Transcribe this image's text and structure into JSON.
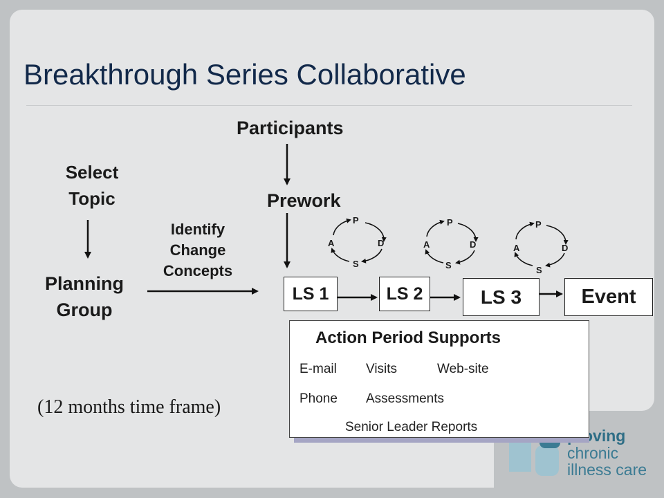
{
  "title": "Breakthrough Series Collaborative",
  "diagram": {
    "participants": "Participants",
    "select_topic": [
      "Select",
      "Topic"
    ],
    "prework": "Prework",
    "identify_change_concepts": [
      "Identify",
      "Change",
      "Concepts"
    ],
    "planning_group": [
      "Planning",
      "Group"
    ],
    "sessions": [
      "LS 1",
      "LS 2",
      "LS 3"
    ],
    "event": "Event",
    "pdsa_cycle": {
      "p": "P",
      "d": "D",
      "s": "S",
      "a": "A"
    }
  },
  "action_period": {
    "title": "Action Period Supports",
    "row1": [
      "E-mail",
      "Visits",
      "Web-site"
    ],
    "row2": [
      "Phone",
      "Assessments"
    ],
    "row3": "Senior Leader Reports"
  },
  "timeframe": "(12 months time frame)",
  "logo": {
    "line1": "proving",
    "line2": "chronic",
    "line3": "illness care"
  },
  "colors": {
    "title": "#12294a",
    "panel": "#e4e5e6",
    "logo_blue": "#3b7b93",
    "logo_light": "#9fc3d0"
  }
}
